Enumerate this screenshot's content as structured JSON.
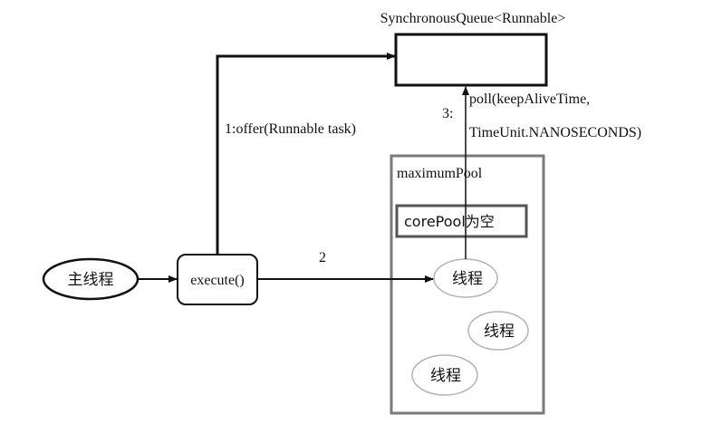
{
  "queue": {
    "label": "SynchronousQueue<Runnable>"
  },
  "main_thread": {
    "label": "主线程"
  },
  "execute": {
    "label": "execute()"
  },
  "edges": {
    "offer": "1:offer(Runnable task)",
    "submit": "2",
    "poll_step": "3:",
    "poll_line1": "poll(keepAliveTime,",
    "poll_line2": "TimeUnit.NANOSECONDS)"
  },
  "maximum_pool": {
    "label": "maximumPool",
    "core_pool_label": "corePool为空",
    "threads": [
      "线程",
      "线程",
      "线程"
    ]
  },
  "colors": {
    "line": "#111111",
    "pool_border": "#7a7a7a",
    "core_border": "#555555",
    "thread_border": "#b3b3b3"
  }
}
